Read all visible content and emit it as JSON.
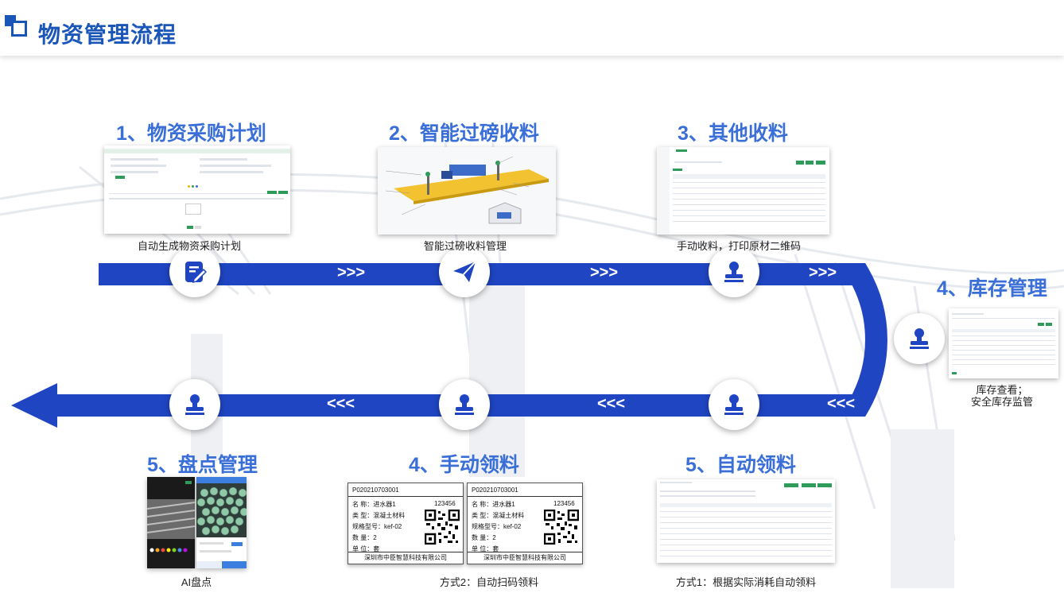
{
  "page_title": "物资管理流程",
  "steps": {
    "s1": {
      "title": "1、物资采购计划",
      "caption": "自动生成物资采购计划"
    },
    "s2": {
      "title": "2、智能过磅收料",
      "caption": "智能过磅收料管理"
    },
    "s3": {
      "title": "3、其他收料",
      "caption": "手动收料，打印原材二维码"
    },
    "s4": {
      "title": "4、库存管理",
      "caption_line1": "库存查看；",
      "caption_line2": "安全库存监管"
    },
    "s5": {
      "title": "5、自动领料",
      "caption": "方式1：根据实际消耗自动领料"
    },
    "s6": {
      "title": "4、手动领料",
      "caption": "方式2：自动扫码领料"
    },
    "s7": {
      "title": "5、盘点管理",
      "caption": "AI盘点"
    }
  },
  "arrows": {
    "forward": ">>>",
    "backward": "<<<"
  },
  "label_card": {
    "code": "P020210703001",
    "name_label": "名    称：",
    "name_value": "进水器1",
    "type_label": "类    型：",
    "type_value": "混凝土材料",
    "spec_label": "规格型号：",
    "spec_value": "kef-02",
    "qty_label": "数    量：",
    "qty_value": "2",
    "unit_label": "单    位：",
    "unit_value": "套",
    "number": "123456",
    "company": "深圳市中臣智慧科技有限公司"
  },
  "colors": {
    "title_blue": "#1a56b8",
    "step_blue": "#3a6fd8",
    "band_blue": "#1f45c2",
    "accent_green": "#2e9b5a"
  },
  "icons": [
    "edit-doc-icon",
    "paper-plane-icon",
    "stamp-icon"
  ]
}
